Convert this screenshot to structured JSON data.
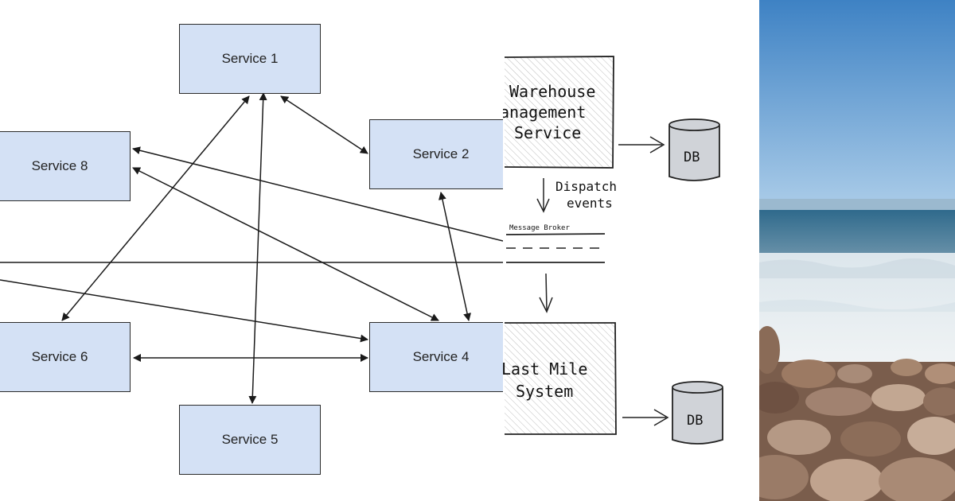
{
  "services_diagram": {
    "boxes": [
      {
        "id": "s1",
        "label": "Service 1"
      },
      {
        "id": "s2",
        "label": "Service 2"
      },
      {
        "id": "s8",
        "label": "Service 8"
      },
      {
        "id": "s6",
        "label": "Service 6"
      },
      {
        "id": "s4",
        "label": "Service 4"
      },
      {
        "id": "s5",
        "label": "Service 5"
      }
    ],
    "connections": [
      {
        "from": "s1",
        "to": "s2",
        "bidirectional": true
      },
      {
        "from": "s1",
        "to": "s6",
        "bidirectional": true
      },
      {
        "from": "s1",
        "to": "s5",
        "bidirectional": true
      },
      {
        "from": "s2",
        "to": "s4",
        "bidirectional": true
      },
      {
        "from": "s8",
        "to": "s4",
        "bidirectional": true
      },
      {
        "from": "s6",
        "to": "s4",
        "bidirectional": true
      }
    ],
    "colors": {
      "box_fill": "#d4e1f5",
      "stroke": "#1a1a1a"
    }
  },
  "sketch_diagram": {
    "warehouse_label_lines": [
      "Warehouse",
      "anagement",
      "Service"
    ],
    "db_top_label": "DB",
    "dispatch_label_lines": [
      "Dispatch",
      "events"
    ],
    "broker_label": "Message Broker",
    "last_mile_label_lines": [
      "Last Mile",
      "System"
    ],
    "db_bottom_label": "DB",
    "colors": {
      "db_fill": "#d0d3d8",
      "hatch": "#b8b8b8"
    }
  },
  "photo": {
    "colors": {
      "sky_top": "#3e82c4",
      "sky_bottom": "#a9cbe8",
      "sea": "#3d6f8a",
      "surf": "#e6eef3",
      "rock": "#8b6a55"
    }
  }
}
